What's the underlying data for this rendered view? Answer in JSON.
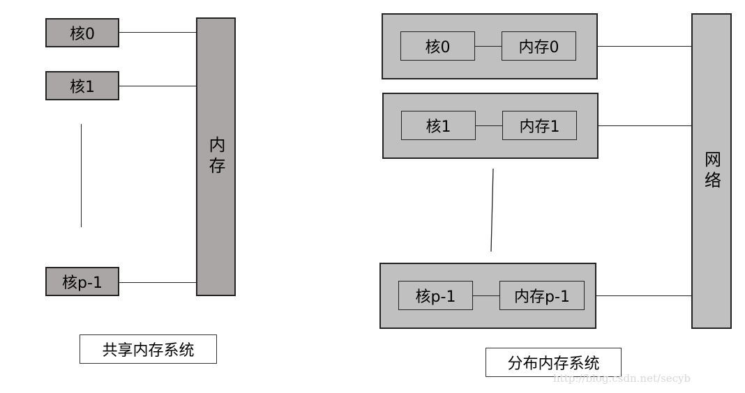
{
  "shared": {
    "cores": [
      "核0",
      "核1",
      "核p-1"
    ],
    "memory": "内存",
    "caption": "共享内存系统"
  },
  "distributed": {
    "nodes": [
      {
        "core": "核0",
        "memory": "内存0"
      },
      {
        "core": "核1",
        "memory": "内存1"
      },
      {
        "core": "核p-1",
        "memory": "内存p-1"
      }
    ],
    "network": "网络",
    "caption": "分布内存系统"
  },
  "watermark": "http://blog.csdn.net/secyb"
}
